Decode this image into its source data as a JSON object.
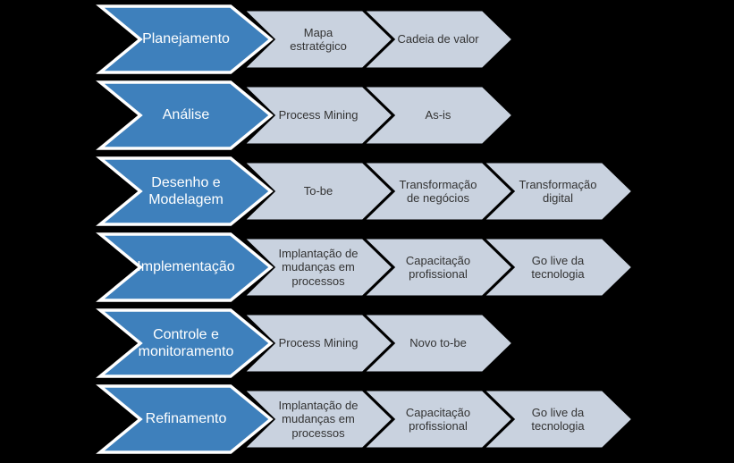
{
  "diagram": {
    "description": "BPM lifecycle chevron process diagram",
    "colors": {
      "background": "#000000",
      "stage_fill": "#3E80BC",
      "stage_border": "#FFFFFF",
      "stage_text": "#FFFFFF",
      "step_fill": "#C9D2DF",
      "step_outline": "#000000",
      "step_text": "#333333"
    },
    "rows": [
      {
        "stage": "Planejamento",
        "steps": [
          "Mapa\nestratégico",
          "Cadeia de valor"
        ]
      },
      {
        "stage": "Análise",
        "steps": [
          "Process Mining",
          "As-is"
        ]
      },
      {
        "stage": "Desenho e\nModelagem",
        "steps": [
          "To-be",
          "Transformação\nde negócios",
          "Transformação\ndigital"
        ]
      },
      {
        "stage": "Implementação",
        "steps": [
          "Implantação de\nmudanças em\nprocessos",
          "Capacitação\nprofissional",
          "Go live da\ntecnologia"
        ]
      },
      {
        "stage": "Controle e\nmonitoramento",
        "steps": [
          "Process Mining",
          "Novo to-be"
        ]
      },
      {
        "stage": "Refinamento",
        "steps": [
          "Implantação de\nmudanças em\nprocessos",
          "Capacitação\nprofissional",
          "Go live da\ntecnologia"
        ]
      }
    ]
  }
}
